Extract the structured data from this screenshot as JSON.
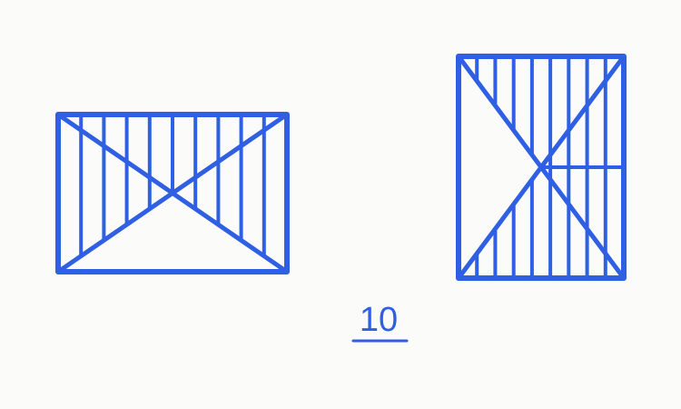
{
  "figure": {
    "ink_color": "#2f5fe3",
    "label": "10",
    "figures": [
      {
        "name": "left-rectangle",
        "shape": "rectangle",
        "diagonals": 2,
        "hatch": "vertical",
        "hatched_regions": [
          "left",
          "top",
          "right"
        ],
        "unshaded_region": "bottom",
        "hatch_line_count": 9
      },
      {
        "name": "right-rectangle",
        "shape": "rectangle",
        "diagonals": 2,
        "hatch": "vertical",
        "hatched_regions": [
          "top",
          "bottom",
          "right"
        ],
        "unshaded_region": "left",
        "hatch_line_count": 8,
        "has_extra_horizontal_segment": true
      }
    ]
  }
}
